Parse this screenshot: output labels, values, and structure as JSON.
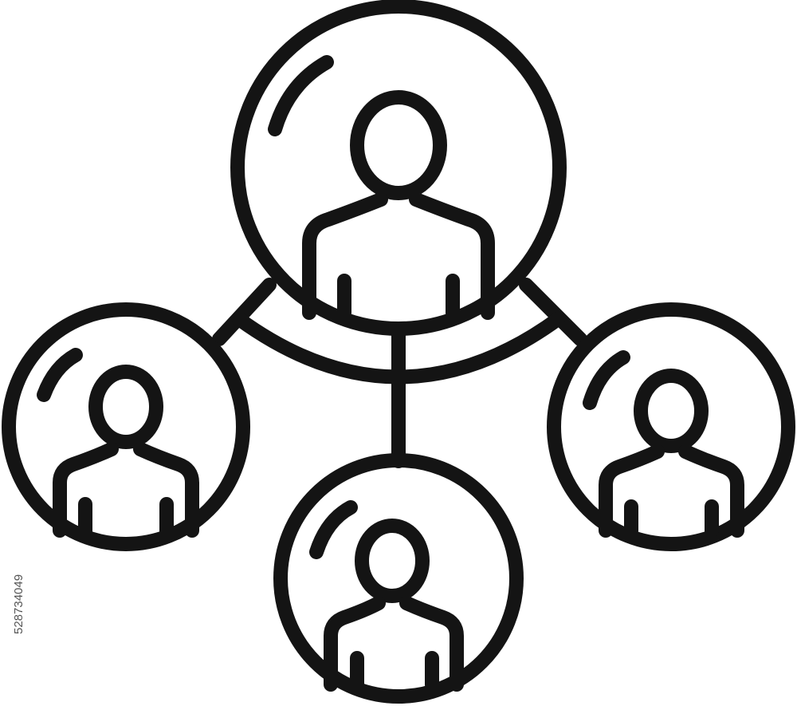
{
  "image": {
    "stock_id": "528734049",
    "stroke_color": "#141414",
    "background_color": "#ffffff",
    "icon_name": "team-network-icon"
  },
  "nodes": [
    {
      "role": "center",
      "icon": "user-icon"
    },
    {
      "role": "left",
      "icon": "user-icon"
    },
    {
      "role": "bottom",
      "icon": "user-icon"
    },
    {
      "role": "right",
      "icon": "user-icon"
    }
  ]
}
